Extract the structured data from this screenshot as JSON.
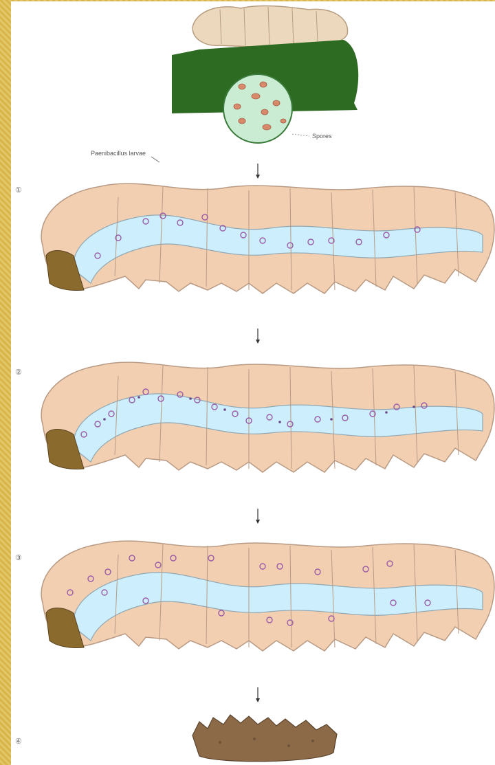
{
  "diagram": {
    "labels": {
      "top_species": "Paenibacillus larvae",
      "spore_label": "Spores"
    },
    "stages": [
      "①",
      "②",
      "③",
      "④"
    ],
    "icons": [
      "arrow-down-icon"
    ],
    "colors": {
      "body": "#f1cfb0",
      "gut": "#cdeefc",
      "head": "#8b6a2e",
      "leaf": "#2e6b22",
      "dead_larva": "#8c6a48",
      "spore": "#9b5aa8"
    }
  }
}
